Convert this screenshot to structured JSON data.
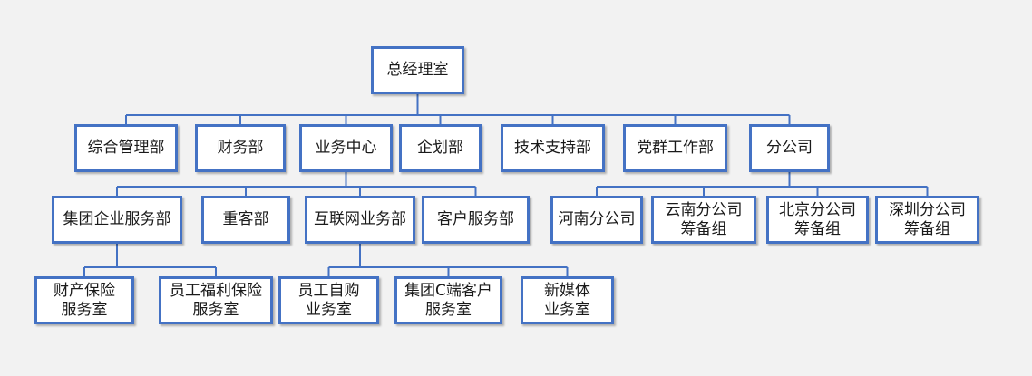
{
  "org_chart": {
    "root": {
      "id": "gm",
      "label": "总经理室"
    },
    "nodes": [
      {
        "id": "zonghe",
        "label": "综合管理部",
        "parent": "gm"
      },
      {
        "id": "caiwu",
        "label": "财务部",
        "parent": "gm"
      },
      {
        "id": "yewu",
        "label": "业务中心",
        "parent": "gm"
      },
      {
        "id": "qihua",
        "label": "企划部",
        "parent": "gm"
      },
      {
        "id": "jishu",
        "label": "技术支持部",
        "parent": "gm"
      },
      {
        "id": "dangqun",
        "label": "党群工作部",
        "parent": "gm"
      },
      {
        "id": "fengongsi",
        "label": "分公司",
        "parent": "gm"
      },
      {
        "id": "jituan",
        "label": "集团企业服务部",
        "parent": "yewu"
      },
      {
        "id": "zhongke",
        "label": "重客部",
        "parent": "yewu"
      },
      {
        "id": "hulianwang",
        "label": "互联网业务部",
        "parent": "yewu"
      },
      {
        "id": "kehu",
        "label": "客户服务部",
        "parent": "yewu"
      },
      {
        "id": "henan",
        "label": "河南分公司",
        "parent": "fengongsi"
      },
      {
        "id": "yunnan",
        "label": "云南分公司\n筹备组",
        "parent": "fengongsi"
      },
      {
        "id": "beijing",
        "label": "北京分公司\n筹备组",
        "parent": "fengongsi"
      },
      {
        "id": "shenzhen",
        "label": "深圳分公司\n筹备组",
        "parent": "fengongsi"
      },
      {
        "id": "caichan",
        "label": "财产保险\n服务室",
        "parent": "jituan"
      },
      {
        "id": "yuangongfuli",
        "label": "员工福利保险\n服务室",
        "parent": "jituan"
      },
      {
        "id": "yuangonggou",
        "label": "员工自购\n业务室",
        "parent": "hulianwang"
      },
      {
        "id": "jituanC",
        "label": "集团C端客户\n服务室",
        "parent": "hulianwang"
      },
      {
        "id": "xinmeiti",
        "label": "新媒体\n业务室",
        "parent": "hulianwang"
      }
    ]
  },
  "colors": {
    "border": "#4472c4",
    "connector": "#4472c4",
    "background": "#f2f2f2",
    "box": "#ffffff",
    "text": "#1a1a1a"
  }
}
